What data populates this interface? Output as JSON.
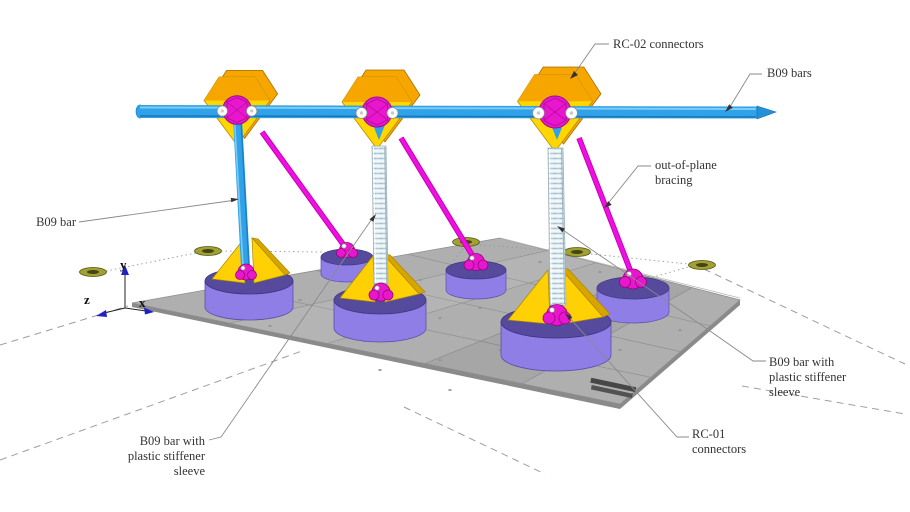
{
  "labels": {
    "rc02_connectors": "RC-02 connectors",
    "b09_bars": "B09 bars",
    "out_of_plane_line1": "out-of-plane",
    "out_of_plane_line2": "bracing",
    "b09_bar": "B09 bar",
    "sleeve_left_line1": "B09 bar with",
    "sleeve_left_line2": "plastic stiffener",
    "sleeve_left_line3": "sleeve",
    "sleeve_right_line1": "B09 bar with",
    "sleeve_right_line2": "plastic stiffener",
    "sleeve_right_line3": "sleeve",
    "rc01_line1": "RC-01",
    "rc01_line2": "connectors"
  },
  "axes": {
    "x_label": "x",
    "y_label": "y",
    "z_label": "z"
  },
  "colors": {
    "bar_blue": "#2FA2E9",
    "bar_blue_dark": "#1B7FC0",
    "bar_blue_light": "#7FCBF4",
    "connector_magenta": "#E916CE",
    "brace_magenta": "#EE10E2",
    "plate_yellow": "#FFD600",
    "plate_orange": "#F7A600",
    "gusset_yellow": "#FFD104",
    "base_purple": "#8E7EE6",
    "base_top_purple": "#564A9D",
    "ground_gray": "#AFAFAF",
    "sleeve_light": "#DDEAF0",
    "washer_olive": "#A0A033",
    "leader_gray": "#8A8A8A",
    "axis_blue": "#2020C8",
    "text_color": "#333333"
  }
}
